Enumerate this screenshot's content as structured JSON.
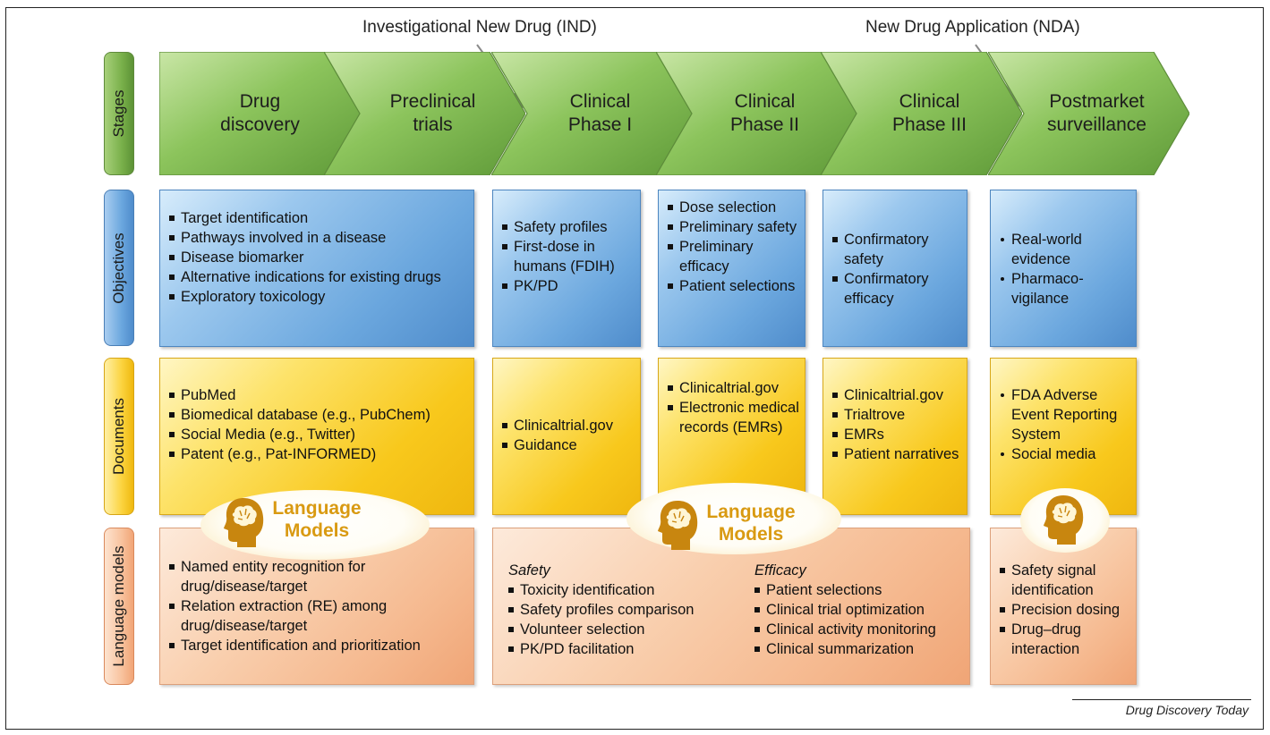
{
  "annotations": {
    "ind": "Investigational New Drug (IND)",
    "nda": "New Drug Application (NDA)"
  },
  "row_labels": {
    "stages": "Stages",
    "objectives": "Objectives",
    "documents": "Documents",
    "language_models": "Language models"
  },
  "stages": [
    {
      "label": "Drug\ndiscovery"
    },
    {
      "label": "Preclinical\ntrials"
    },
    {
      "label": "Clinical\nPhase I"
    },
    {
      "label": "Clinical\nPhase II"
    },
    {
      "label": "Clinical\nPhase III"
    },
    {
      "label": "Postmarket\nsurveillance"
    }
  ],
  "objectives": {
    "discovery": [
      "Target identification",
      "Pathways involved in a disease",
      "Disease biomarker",
      "Alternative indications for existing drugs",
      "Exploratory toxicology"
    ],
    "phase1": [
      "Safety profiles",
      "First-dose in humans (FDIH)",
      "PK/PD"
    ],
    "phase2": [
      "Dose selection",
      "Preliminary safety",
      "Preliminary efficacy",
      "Patient selections"
    ],
    "phase3": [
      "Confirmatory safety",
      "Confirmatory efficacy"
    ],
    "postmarket": [
      "Real-world evidence",
      "Pharmaco-vigilance"
    ]
  },
  "documents": {
    "discovery": [
      "PubMed",
      "Biomedical database (e.g., PubChem)",
      "Social Media (e.g., Twitter)",
      "Patent (e.g., Pat-INFORMED)"
    ],
    "phase1": [
      "Clinicaltrial.gov",
      "Guidance"
    ],
    "phase2": [
      "Clinicaltrial.gov",
      "Electronic medical records (EMRs)"
    ],
    "phase3": [
      "Clinicaltrial.gov",
      "Trialtrove",
      "EMRs",
      "Patient narratives"
    ],
    "postmarket": [
      "FDA Adverse Event Reporting System",
      "Social media"
    ]
  },
  "lm_badge": {
    "label": "Language\nModels",
    "icon": "head-brain-icon"
  },
  "language_models": {
    "discovery": [
      "Named entity recognition for drug/disease/target",
      "Relation extraction (RE) among drug/disease/target",
      "Target identification and prioritization"
    ],
    "clinical": {
      "safety_title": "Safety",
      "safety": [
        "Toxicity identification",
        "Safety profiles comparison",
        "Volunteer selection",
        " PK/PD facilitation"
      ],
      "efficacy_title": "Efficacy",
      "efficacy": [
        "Patient selections",
        "Clinical trial optimization",
        "Clinical activity monitoring",
        "Clinical summarization"
      ]
    },
    "postmarket": [
      "Safety signal identification",
      "Precision dosing",
      "Drug–drug interaction"
    ]
  },
  "footer": "Drug Discovery Today",
  "colors": {
    "stage_green": "#79b04a",
    "objective_blue": "#6ba7de",
    "document_yellow": "#f8c81c",
    "model_orange": "#f5b88e",
    "brain_gold": "#c8860f"
  }
}
